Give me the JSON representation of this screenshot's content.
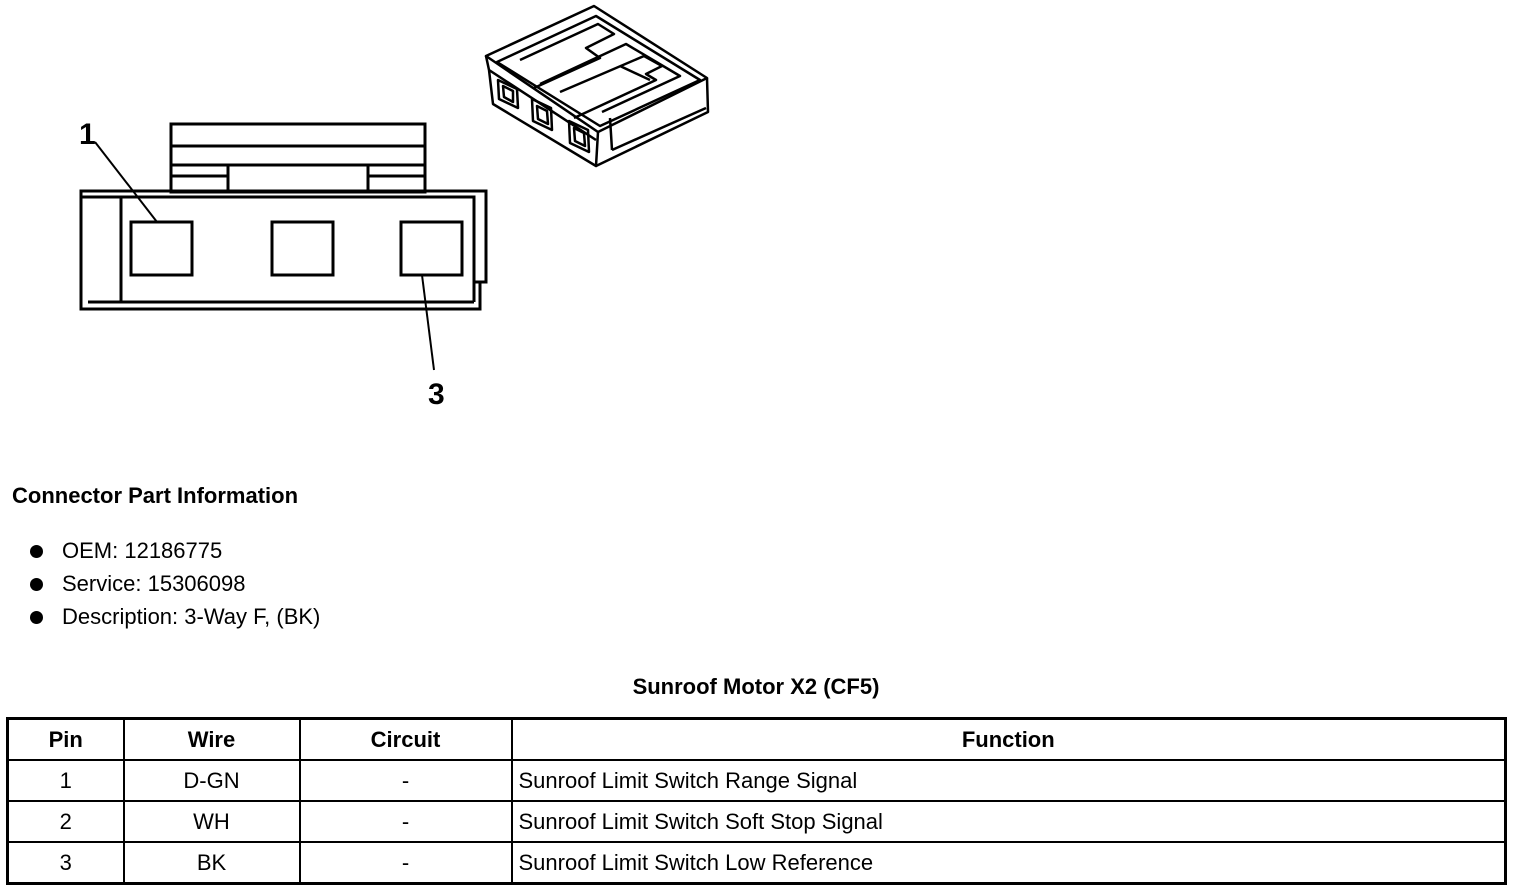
{
  "diagram": {
    "pin_labels": [
      "1",
      "3"
    ]
  },
  "connector_info": {
    "heading": "Connector Part Information",
    "items": [
      {
        "label": "OEM: ",
        "value": "12186775"
      },
      {
        "label": "Service: ",
        "value": "15306098"
      },
      {
        "label": "Description: ",
        "value": "3-Way F, (BK)"
      }
    ]
  },
  "table": {
    "title": "Sunroof Motor X2 (CF5)",
    "headers": [
      "Pin",
      "Wire",
      "Circuit",
      "Function"
    ],
    "rows": [
      {
        "pin": "1",
        "wire": "D-GN",
        "circuit": "-",
        "function": "Sunroof Limit Switch Range Signal"
      },
      {
        "pin": "2",
        "wire": "WH",
        "circuit": "-",
        "function": "Sunroof Limit Switch Soft Stop Signal"
      },
      {
        "pin": "3",
        "wire": "BK",
        "circuit": "-",
        "function": "Sunroof Limit Switch Low Reference"
      }
    ]
  }
}
